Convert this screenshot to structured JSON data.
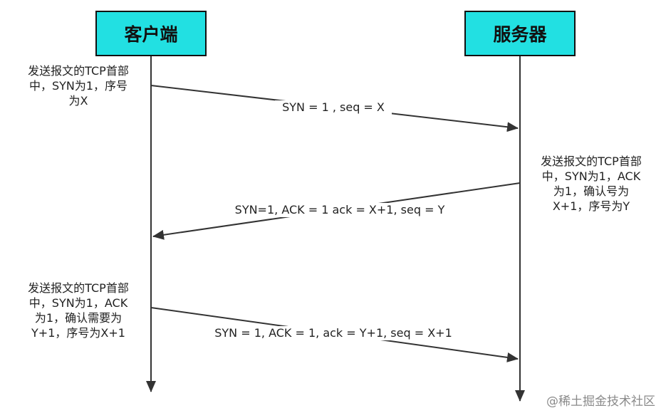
{
  "actors": {
    "client": "客户端",
    "server": "服务器"
  },
  "notes": {
    "step1": [
      "发送报文的TCP首部",
      "中，SYN为1，序号",
      "为X"
    ],
    "step2": [
      "发送报文的TCP首部",
      "中，SYN为1，ACK",
      "为1，确认号为",
      "X+1，序号为Y"
    ],
    "step3": [
      "发送报文的TCP首部",
      "中，SYN为1，ACK",
      "为1，确认需要为",
      "Y+1，序号为X+1"
    ]
  },
  "messages": {
    "m1": "SYN = 1 , seq = X",
    "m2": "SYN=1, ACK = 1 ack = X+1, seq = Y",
    "m3": "SYN = 1, ACK = 1, ack = Y+1, seq = X+1"
  },
  "watermark": "@稀土掘金技术社区",
  "colors": {
    "actor_fill": "#22e0e2",
    "line": "#333333"
  }
}
